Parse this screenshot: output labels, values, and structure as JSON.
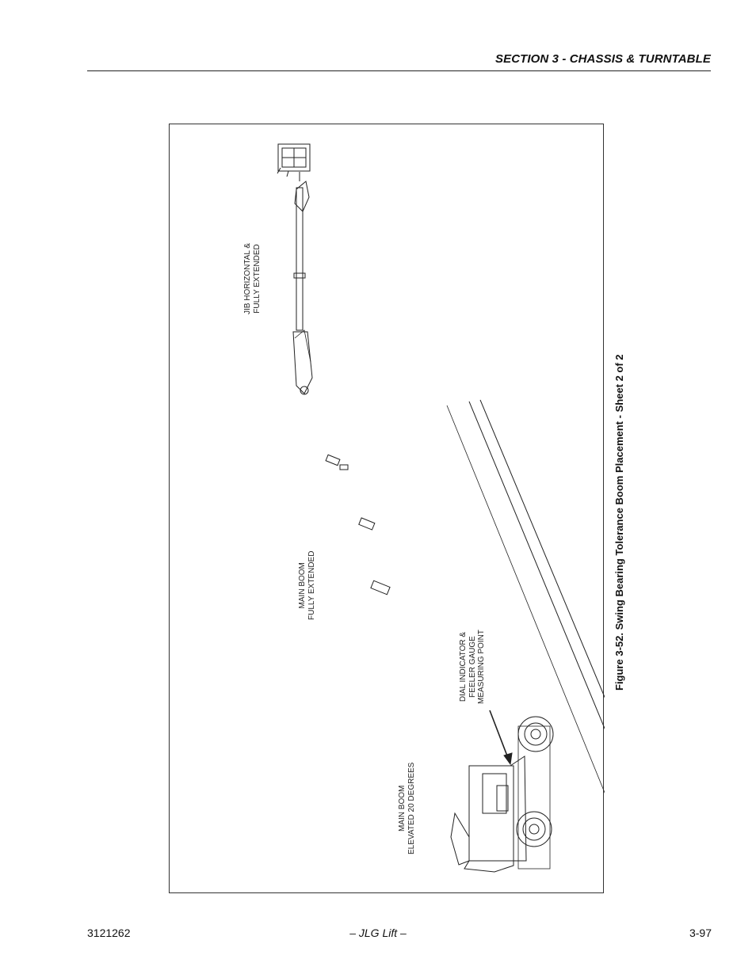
{
  "header": {
    "section_title": "SECTION 3 - CHASSIS & TURNTABLE"
  },
  "figure": {
    "labels": {
      "jib": [
        "JIB HORIZONTAL &",
        "FULLY EXTENDED"
      ],
      "main_boom_extended": [
        "MAIN BOOM",
        "FULLY EXTENDED"
      ],
      "dial_indicator": [
        "DIAL INDICATOR &",
        "FEELER GAUGE",
        "MEASURING POINT"
      ],
      "main_boom_elevated": [
        "MAIN BOOM",
        "ELEVATED 20 DEGREES"
      ]
    },
    "caption": "Figure 3-52.  Swing Bearing Tolerance Boom Placement - Sheet 2 of 2"
  },
  "footer": {
    "doc_number": "3121262",
    "center": "– JLG Lift –",
    "page_number": "3-97"
  }
}
